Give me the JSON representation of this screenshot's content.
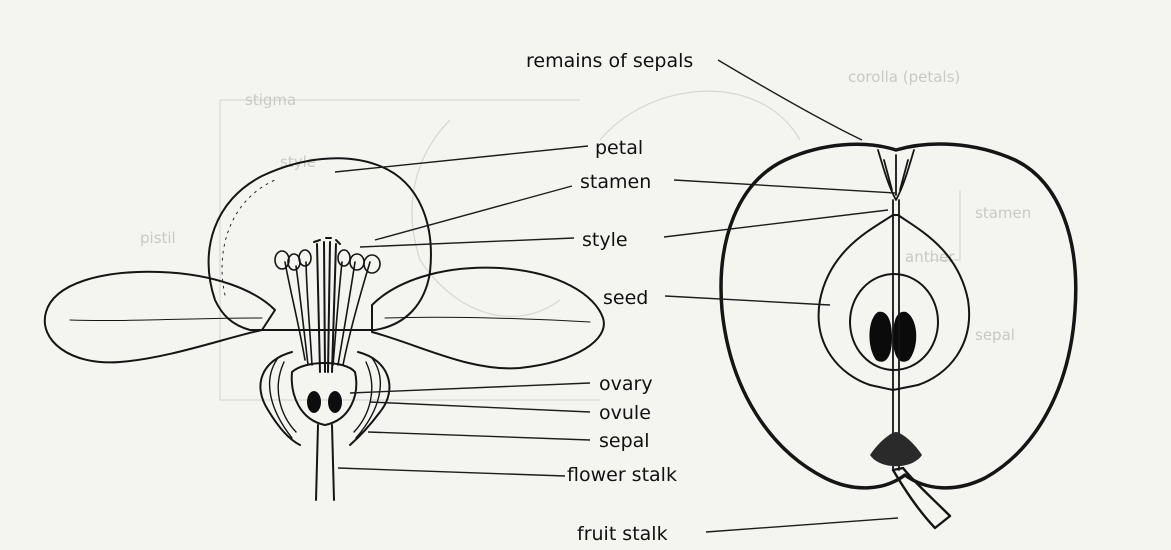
{
  "labels": {
    "remains_of_sepals": "remains of sepals",
    "petal": "petal",
    "stamen": "stamen",
    "style": "style",
    "seed": "seed",
    "ovary": "ovary",
    "ovule": "ovule",
    "sepal": "sepal",
    "flower_stalk": "flower stalk",
    "fruit_stalk": "fruit stalk"
  },
  "show_through": {
    "stigma": "stigma",
    "style": "style",
    "pistil": "pistil",
    "corolla": "corolla (petals)",
    "stamen": "stamen",
    "anther": "anther",
    "sepal": "sepal"
  }
}
